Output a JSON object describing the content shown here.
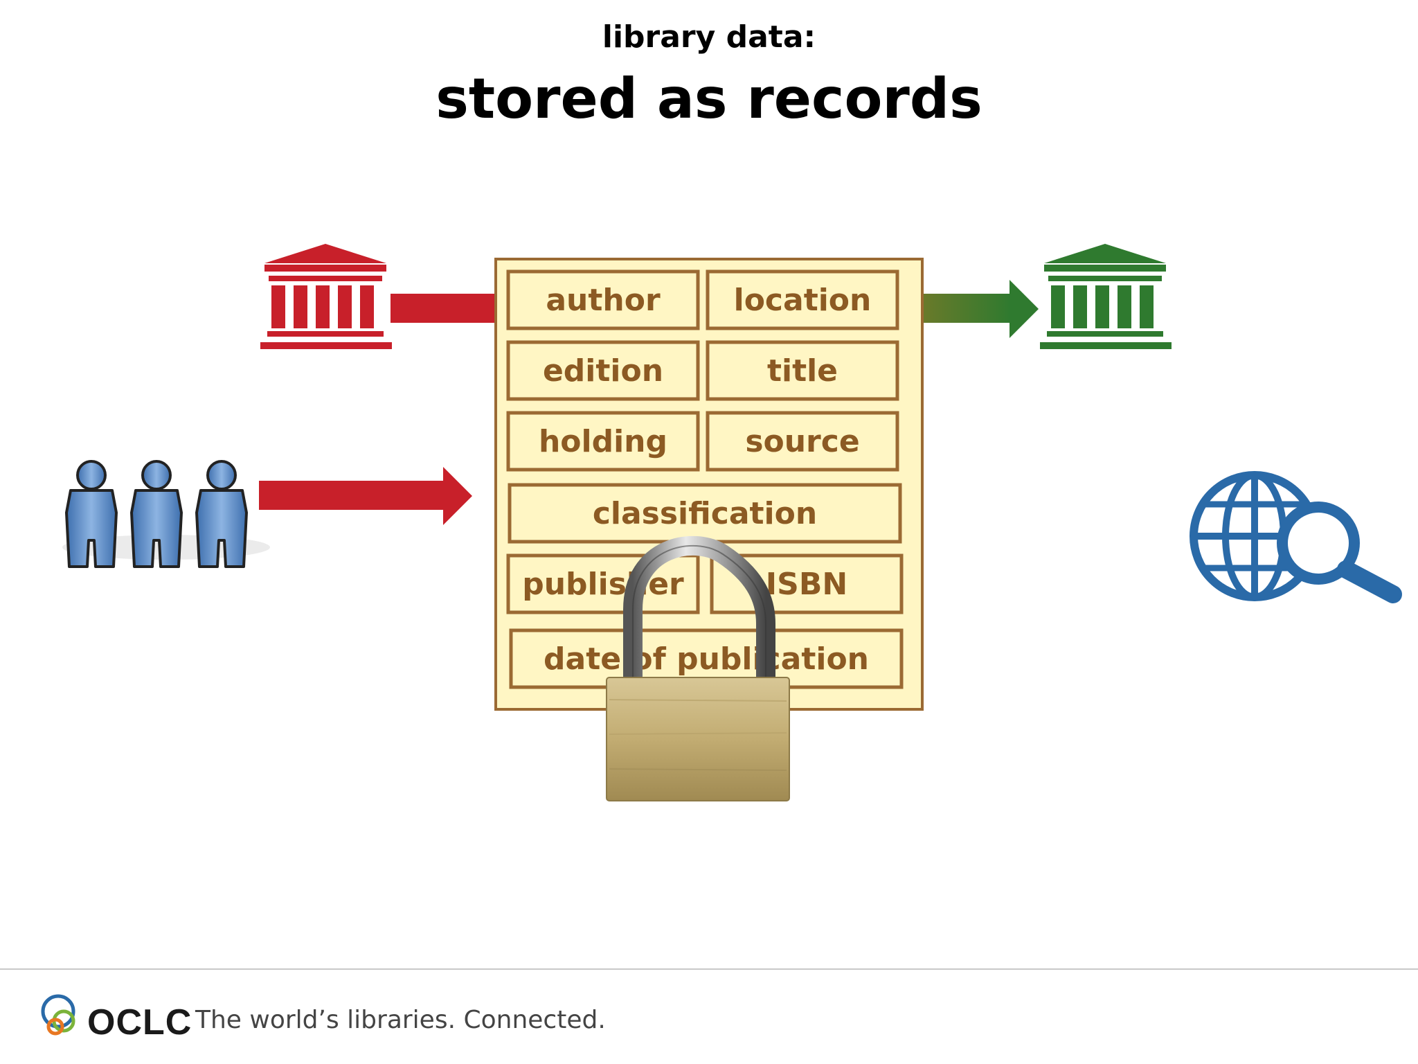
{
  "slide": {
    "subtitle": "library data:",
    "title": "stored as records"
  },
  "record_fields": {
    "author": "author",
    "location": "location",
    "edition": "edition",
    "title": "title",
    "holding": "holding",
    "source": "source",
    "classification": "classification",
    "publisher": "publisher",
    "isbn": "ISBN",
    "date_of_publication": "date of publication"
  },
  "footer": {
    "brand": "OCLC",
    "tagline": "The world’s libraries. Connected."
  },
  "icons": {
    "source_library": "library-building-red",
    "target_library": "library-building-green",
    "users": "people-group",
    "lock": "padlock",
    "web_search": "globe-search"
  },
  "colors": {
    "red": "#c8202a",
    "green": "#2f7a2f",
    "record_fill": "#fff6c4",
    "record_border": "#9b6a33",
    "field_text": "#8c5a23",
    "globe_blue": "#2a6aa8"
  }
}
